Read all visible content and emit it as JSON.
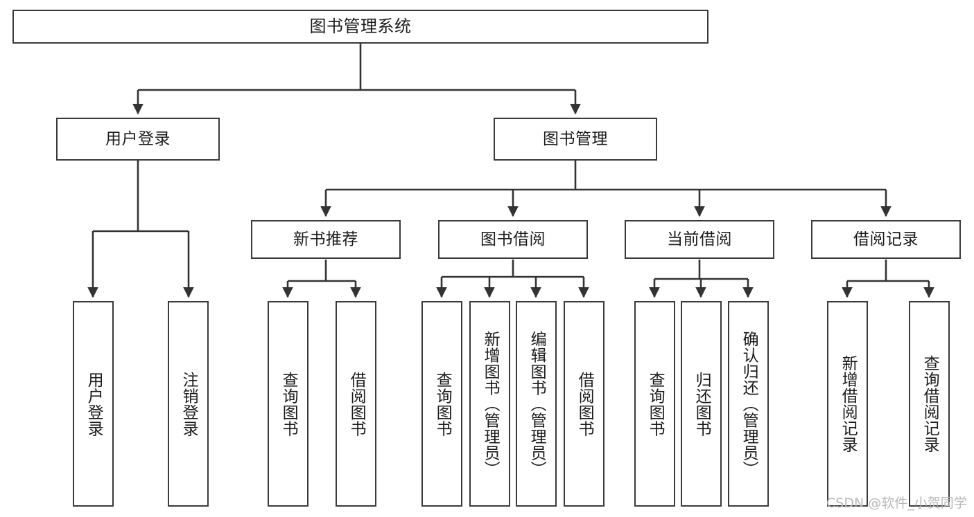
{
  "diagram": {
    "title": "图书管理系统",
    "type": "tree",
    "watermark": "CSDN @软件_小贺同学",
    "colors": {
      "background": "#ffffff",
      "box_border": "#3a3a3a",
      "box_fill": "#ffffff",
      "edge": "#333333",
      "text": "#1b1b1b",
      "watermark": "#b8b8b8"
    },
    "nodes": [
      {
        "id": "root",
        "label": "图书管理系统",
        "level": 0,
        "orientation": "horizontal"
      },
      {
        "id": "login",
        "label": "用户登录",
        "level": 1,
        "orientation": "horizontal"
      },
      {
        "id": "bookmgmt",
        "label": "图书管理",
        "level": 1,
        "orientation": "horizontal"
      },
      {
        "id": "newbook",
        "label": "新书推荐",
        "level": 2,
        "orientation": "horizontal"
      },
      {
        "id": "borrow",
        "label": "图书借阅",
        "level": 2,
        "orientation": "horizontal"
      },
      {
        "id": "current",
        "label": "当前借阅",
        "level": 2,
        "orientation": "horizontal"
      },
      {
        "id": "record",
        "label": "借阅记录",
        "level": 2,
        "orientation": "horizontal"
      },
      {
        "id": "leaf1",
        "label": "用户登录",
        "level": 3,
        "orientation": "vertical",
        "parent": "login"
      },
      {
        "id": "leaf2",
        "label": "注销登录",
        "level": 3,
        "orientation": "vertical",
        "parent": "login"
      },
      {
        "id": "leaf3",
        "label": "查询图书",
        "level": 3,
        "orientation": "vertical",
        "parent": "newbook"
      },
      {
        "id": "leaf4",
        "label": "借阅图书",
        "level": 3,
        "orientation": "vertical",
        "parent": "newbook"
      },
      {
        "id": "leaf5",
        "label": "查询图书",
        "level": 3,
        "orientation": "vertical",
        "parent": "borrow"
      },
      {
        "id": "leaf6",
        "label": "新增图书（管理员）",
        "level": 3,
        "orientation": "vertical",
        "parent": "borrow"
      },
      {
        "id": "leaf7",
        "label": "编辑图书（管理员）",
        "level": 3,
        "orientation": "vertical",
        "parent": "borrow"
      },
      {
        "id": "leaf8",
        "label": "借阅图书",
        "level": 3,
        "orientation": "vertical",
        "parent": "borrow"
      },
      {
        "id": "leaf9",
        "label": "查询图书",
        "level": 3,
        "orientation": "vertical",
        "parent": "current"
      },
      {
        "id": "leaf10",
        "label": "归还图书",
        "level": 3,
        "orientation": "vertical",
        "parent": "current"
      },
      {
        "id": "leaf11",
        "label": "确认归还（管理员）",
        "level": 3,
        "orientation": "vertical",
        "parent": "current"
      },
      {
        "id": "leaf12",
        "label": "新增借阅记录",
        "level": 3,
        "orientation": "vertical",
        "parent": "record"
      },
      {
        "id": "leaf13",
        "label": "查询借阅记录",
        "level": 3,
        "orientation": "vertical",
        "parent": "record"
      }
    ],
    "edges": [
      {
        "from": "root",
        "to": "login"
      },
      {
        "from": "root",
        "to": "bookmgmt"
      },
      {
        "from": "login",
        "to": "leaf1"
      },
      {
        "from": "login",
        "to": "leaf2"
      },
      {
        "from": "bookmgmt",
        "to": "newbook"
      },
      {
        "from": "bookmgmt",
        "to": "borrow"
      },
      {
        "from": "bookmgmt",
        "to": "current"
      },
      {
        "from": "bookmgmt",
        "to": "record"
      },
      {
        "from": "newbook",
        "to": "leaf3"
      },
      {
        "from": "newbook",
        "to": "leaf4"
      },
      {
        "from": "borrow",
        "to": "leaf5"
      },
      {
        "from": "borrow",
        "to": "leaf6"
      },
      {
        "from": "borrow",
        "to": "leaf7"
      },
      {
        "from": "borrow",
        "to": "leaf8"
      },
      {
        "from": "current",
        "to": "leaf9"
      },
      {
        "from": "current",
        "to": "leaf10"
      },
      {
        "from": "current",
        "to": "leaf11"
      },
      {
        "from": "record",
        "to": "leaf12"
      },
      {
        "from": "record",
        "to": "leaf13"
      }
    ]
  }
}
